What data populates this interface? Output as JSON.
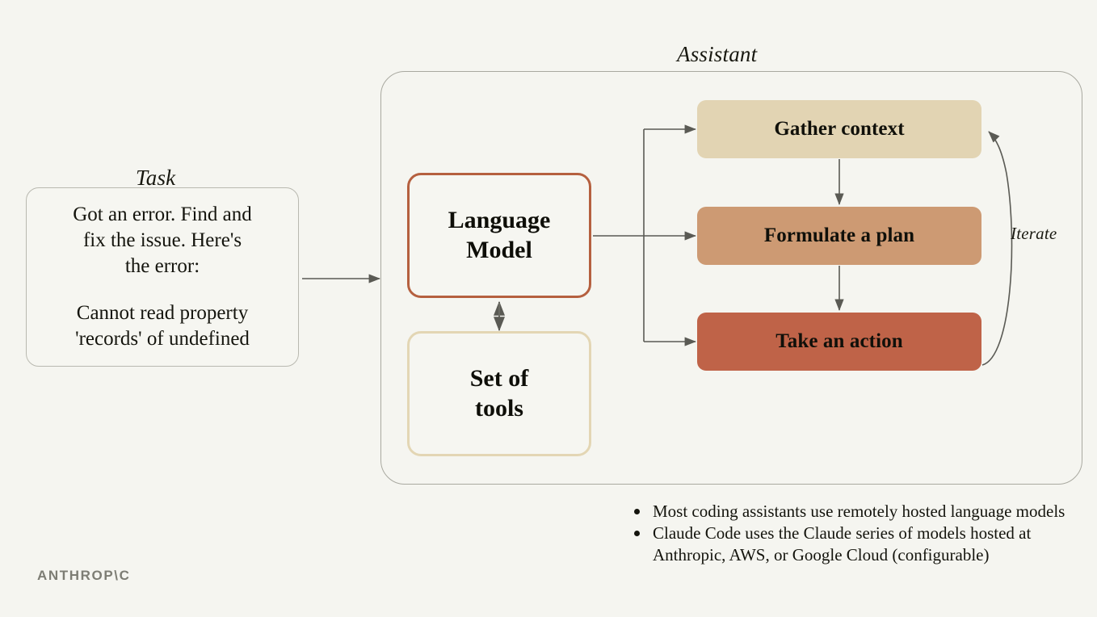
{
  "page": {
    "background_color": "#f5f5f0",
    "wordmark": "ANTHROP\\C"
  },
  "task": {
    "label": "Task",
    "lines": [
      "Got an error. Find and",
      "fix the issue. Here's",
      "the error:",
      "Cannot read property",
      "'records' of undefined"
    ]
  },
  "assistant": {
    "label": "Assistant",
    "nodes": {
      "language_model": "Language\nModel",
      "language_model_line1": "Language",
      "language_model_line2": "Model",
      "set_of_tools_line1": "Set of",
      "set_of_tools_line2": "tools",
      "language_model_border": "#b5603f",
      "set_of_tools_border": "#e3d6b4"
    },
    "loop": {
      "iterate_label": "Iterate",
      "steps": [
        {
          "label": "Gather context",
          "color": "#e2d4b3"
        },
        {
          "label": "Formulate a plan",
          "color": "#cd9a73"
        },
        {
          "label": "Take an action",
          "color": "#bf6348"
        }
      ]
    }
  },
  "notes": {
    "bullets": [
      "Most coding assistants use remotely hosted language models",
      "Claude Code uses the Claude series of models hosted at Anthropic, AWS, or Google Cloud (configurable)"
    ]
  },
  "arrows": {
    "task_to_assistant": "Task feeds into the Assistant container",
    "model_to_tools": "Language Model and Set of tools exchange information (bidirectional)",
    "model_to_steps": "Language Model branches to Gather context, Formulate a plan, and Take an action",
    "gather_to_plan": "Gather context flows down to Formulate a plan",
    "plan_to_action": "Formulate a plan flows down to Take an action",
    "action_to_gather": "Take an action loops back up to Gather context"
  }
}
